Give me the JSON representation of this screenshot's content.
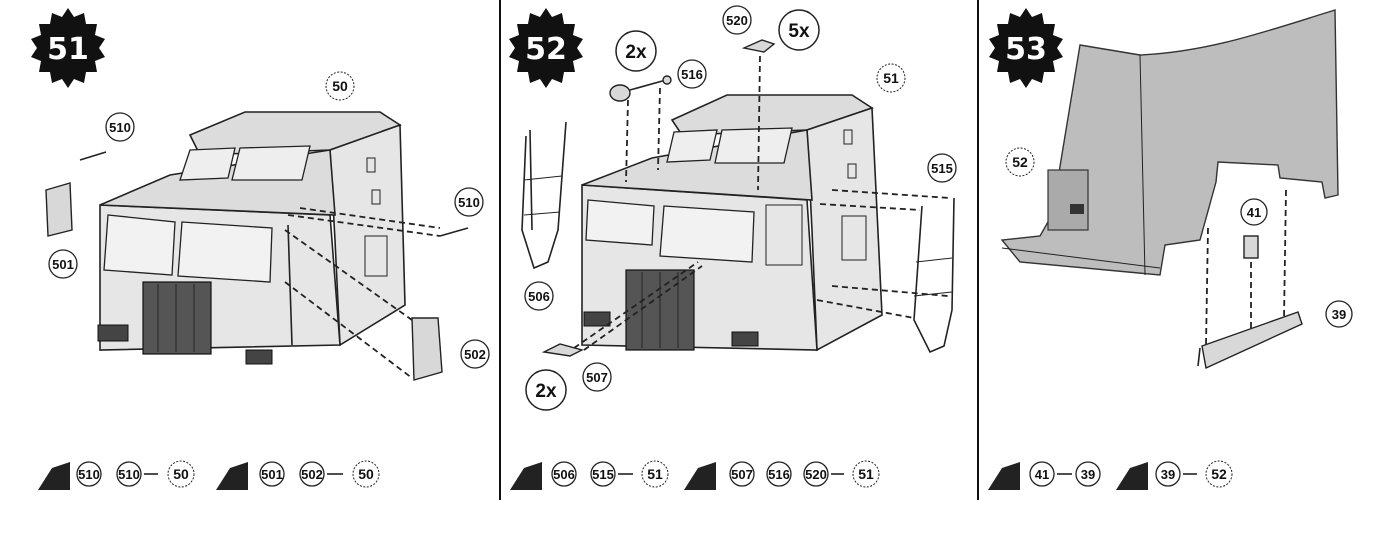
{
  "steps": [
    {
      "number": "51",
      "assembly_ref": "50",
      "callouts": [
        "510",
        "501",
        "510",
        "502"
      ],
      "glue_notes": [
        {
          "parts": [
            "510",
            "510"
          ],
          "target": "50"
        },
        {
          "parts": [
            "501",
            "502"
          ],
          "target": "50"
        }
      ]
    },
    {
      "number": "52",
      "assembly_ref": "51",
      "quantities": [
        "2x",
        "5x",
        "2x"
      ],
      "callouts": [
        "520",
        "516",
        "515",
        "506",
        "507"
      ],
      "glue_notes": [
        {
          "parts": [
            "506",
            "515"
          ],
          "target": "51"
        },
        {
          "parts": [
            "507",
            "516",
            "520"
          ],
          "target": "51"
        }
      ]
    },
    {
      "number": "53",
      "assembly_ref": "52",
      "callouts": [
        "41",
        "39"
      ],
      "glue_notes": [
        {
          "parts": [
            "41"
          ],
          "target": "39"
        },
        {
          "parts": [
            "39"
          ],
          "target": "52"
        }
      ]
    }
  ],
  "colors": {
    "ink": "#1a1a1a",
    "part_fill": "#e6e6e6",
    "paper": "#ffffff"
  },
  "icons": [
    "starburst-step-badge",
    "glue-tube-icon"
  ]
}
